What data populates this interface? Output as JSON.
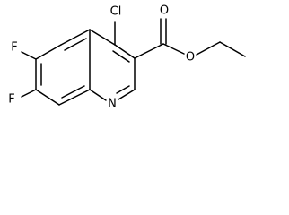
{
  "molecule": {
    "atoms": {
      "chlorine": "Cl",
      "carbonyl_oxygen": "O",
      "ester_oxygen": "O",
      "fluorine_6": "F",
      "fluorine_7": "F",
      "ring_nitrogen": "N"
    }
  }
}
